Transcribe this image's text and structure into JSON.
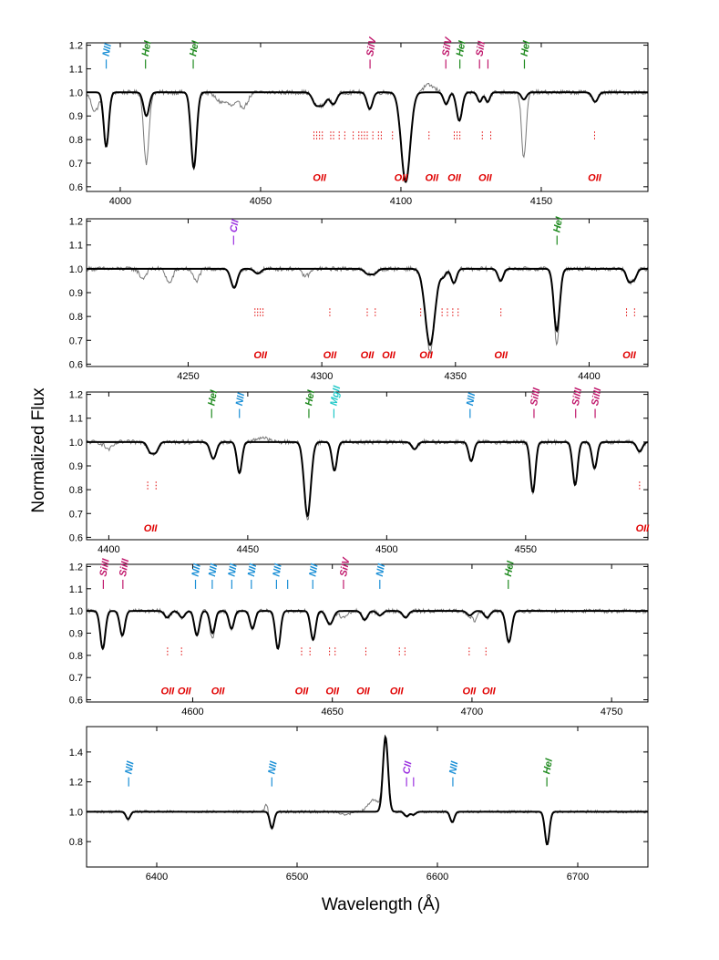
{
  "colors": {
    "NII": "#1a8fd6",
    "HeI": "#1f8a1f",
    "SiIV": "#c0186c",
    "SiII": "#c0186c",
    "SiIII": "#c0186c",
    "CII": "#9b30e0",
    "MgII": "#20c8c8",
    "OII": "#e00000",
    "observed": "#777777",
    "model": "#000000"
  },
  "chart_data": [
    {
      "type": "line",
      "panel": 1,
      "xlim": [
        3988,
        4188
      ],
      "ylim": [
        0.58,
        1.21
      ],
      "x_ticks": [
        4000,
        4050,
        4100,
        4150
      ],
      "y_ticks": [
        0.6,
        0.7,
        0.8,
        0.9,
        1.0,
        1.1,
        1.2
      ],
      "y_tick_labels": [
        "0.6",
        "0.7",
        "0.8",
        "0.9",
        "1.0",
        "1.1",
        "1.2"
      ],
      "lines": [
        {
          "center": 3995.0,
          "depth": 0.23,
          "width": 0.9
        },
        {
          "center": 4009.3,
          "depth": 0.1,
          "width": 1.0
        },
        {
          "center": 4026.2,
          "depth": 0.32,
          "width": 1.0
        },
        {
          "center": 4069.7,
          "depth": 0.05,
          "width": 1.2
        },
        {
          "center": 4072.2,
          "depth": 0.05,
          "width": 1.2
        },
        {
          "center": 4075.9,
          "depth": 0.05,
          "width": 1.2
        },
        {
          "center": 4088.9,
          "depth": 0.07,
          "width": 1.0
        },
        {
          "center": 4101.7,
          "depth": 0.38,
          "width": 1.6
        },
        {
          "center": 4116.1,
          "depth": 0.05,
          "width": 0.9
        },
        {
          "center": 4120.8,
          "depth": 0.12,
          "width": 1.0
        },
        {
          "center": 4128.1,
          "depth": 0.04,
          "width": 0.8
        },
        {
          "center": 4130.9,
          "depth": 0.04,
          "width": 0.8
        },
        {
          "center": 4143.8,
          "depth": 0.03,
          "width": 0.9
        },
        {
          "center": 4169.2,
          "depth": 0.04,
          "width": 1.0
        }
      ],
      "obs_lines": [
        {
          "center": 3991.0,
          "depth": 0.08,
          "width": 1.3
        },
        {
          "center": 4009.3,
          "depth": 0.2,
          "width": 0.9
        },
        {
          "center": 4036.0,
          "depth": 0.04,
          "width": 2.0
        },
        {
          "center": 4040.0,
          "depth": 0.05,
          "width": 1.5
        },
        {
          "center": 4044.0,
          "depth": 0.06,
          "width": 1.5
        },
        {
          "center": 4143.8,
          "depth": 0.25,
          "width": 0.8
        },
        {
          "center": 4110.0,
          "depth": -0.03,
          "width": 2.0
        }
      ],
      "ion_labels": [
        {
          "text": "NII",
          "x": 3995,
          "ion": "NII"
        },
        {
          "text": "HeI",
          "x": 4009,
          "ion": "HeI"
        },
        {
          "text": "HeI",
          "x": 4026,
          "ion": "HeI"
        },
        {
          "text": "SiIV",
          "x": 4089,
          "ion": "SiIV"
        },
        {
          "text": "SiIV",
          "x": 4116,
          "ion": "SiIV"
        },
        {
          "text": "HeI",
          "x": 4121,
          "ion": "HeI"
        },
        {
          "text": "SiII",
          "x": 4128,
          "ion": "SiII",
          "ticks": [
            4128,
            4131
          ]
        },
        {
          "text": "HeI",
          "x": 4144,
          "ion": "HeI"
        }
      ],
      "oii_ticks": [
        4069,
        4070,
        4071,
        4072,
        4075,
        4076,
        4078,
        4080,
        4083,
        4085,
        4086,
        4087,
        4088,
        4090,
        4092,
        4093,
        4097,
        4110,
        4119,
        4120,
        4121,
        4129,
        4132,
        4169
      ],
      "oii_labels": [
        4071,
        4100,
        4111,
        4119,
        4130,
        4169
      ],
      "oii_text": "OII"
    },
    {
      "type": "line",
      "panel": 2,
      "xlim": [
        4212,
        4422
      ],
      "ylim": [
        0.59,
        1.21
      ],
      "x_ticks": [
        4250,
        4300,
        4350,
        4400
      ],
      "y_ticks": [
        0.6,
        0.7,
        0.8,
        0.9,
        1.0,
        1.1,
        1.2
      ],
      "y_tick_labels": [
        "0.6",
        "0.7",
        "0.8",
        "0.9",
        "1.0",
        "1.1",
        "1.2"
      ],
      "lines": [
        {
          "center": 4267.2,
          "depth": 0.08,
          "width": 1.2
        },
        {
          "center": 4276.0,
          "depth": 0.02,
          "width": 1.2
        },
        {
          "center": 4317.1,
          "depth": 0.02,
          "width": 1.2
        },
        {
          "center": 4319.6,
          "depth": 0.02,
          "width": 1.2
        },
        {
          "center": 4340.5,
          "depth": 0.32,
          "width": 1.8
        },
        {
          "center": 4345.5,
          "depth": 0.03,
          "width": 1.0
        },
        {
          "center": 4349.4,
          "depth": 0.06,
          "width": 1.0
        },
        {
          "center": 4366.9,
          "depth": 0.05,
          "width": 1.0
        },
        {
          "center": 4387.9,
          "depth": 0.26,
          "width": 1.1
        },
        {
          "center": 4414.9,
          "depth": 0.05,
          "width": 1.0
        },
        {
          "center": 4416.9,
          "depth": 0.04,
          "width": 1.0
        }
      ],
      "obs_lines": [
        {
          "center": 4233.0,
          "depth": 0.04,
          "width": 1.2
        },
        {
          "center": 4243.0,
          "depth": 0.06,
          "width": 1.2
        },
        {
          "center": 4253.0,
          "depth": 0.05,
          "width": 1.2
        },
        {
          "center": 4294.0,
          "depth": 0.03,
          "width": 1.5
        },
        {
          "center": 4387.9,
          "depth": 0.06,
          "width": 0.7
        },
        {
          "center": 4340.5,
          "depth": 0.03,
          "width": 1.0
        }
      ],
      "ion_labels": [
        {
          "text": "CII",
          "x": 4267,
          "ion": "CII"
        },
        {
          "text": "HeI",
          "x": 4388,
          "ion": "HeI"
        }
      ],
      "oii_ticks": [
        4275,
        4276,
        4277,
        4278,
        4303,
        4317,
        4320,
        4337,
        4345,
        4347,
        4349,
        4351,
        4367,
        4414,
        4417
      ],
      "oii_labels": [
        4277,
        4303,
        4317,
        4325,
        4339,
        4367,
        4415
      ],
      "oii_text": "OII"
    },
    {
      "type": "line",
      "panel": 3,
      "xlim": [
        4392,
        4594
      ],
      "ylim": [
        0.59,
        1.21
      ],
      "x_ticks": [
        4400,
        4450,
        4500,
        4550
      ],
      "y_ticks": [
        0.6,
        0.7,
        0.8,
        0.9,
        1.0,
        1.1,
        1.2
      ],
      "y_tick_labels": [
        "0.6",
        "0.7",
        "0.8",
        "0.9",
        "1.0",
        "1.1",
        "1.2"
      ],
      "lines": [
        {
          "center": 4414.9,
          "depth": 0.04,
          "width": 1.0
        },
        {
          "center": 4416.9,
          "depth": 0.04,
          "width": 1.0
        },
        {
          "center": 4437.6,
          "depth": 0.07,
          "width": 1.1
        },
        {
          "center": 4447.0,
          "depth": 0.13,
          "width": 0.9
        },
        {
          "center": 4471.5,
          "depth": 0.31,
          "width": 1.2
        },
        {
          "center": 4481.2,
          "depth": 0.12,
          "width": 0.9
        },
        {
          "center": 4510.0,
          "depth": 0.03,
          "width": 1.0
        },
        {
          "center": 4530.4,
          "depth": 0.08,
          "width": 0.9
        },
        {
          "center": 4552.6,
          "depth": 0.21,
          "width": 0.9
        },
        {
          "center": 4567.8,
          "depth": 0.18,
          "width": 0.9
        },
        {
          "center": 4574.8,
          "depth": 0.11,
          "width": 0.9
        },
        {
          "center": 4591.0,
          "depth": 0.04,
          "width": 1.0
        }
      ],
      "obs_lines": [
        {
          "center": 4400.0,
          "depth": 0.03,
          "width": 1.5
        },
        {
          "center": 4471.5,
          "depth": 0.02,
          "width": 0.8
        },
        {
          "center": 4455.0,
          "depth": -0.02,
          "width": 2.0
        }
      ],
      "ion_labels": [
        {
          "text": "HeI",
          "x": 4437,
          "ion": "HeI"
        },
        {
          "text": "NII",
          "x": 4447,
          "ion": "NII"
        },
        {
          "text": "HeI",
          "x": 4472,
          "ion": "HeI"
        },
        {
          "text": "MgII",
          "x": 4481,
          "ion": "MgII"
        },
        {
          "text": "NII",
          "x": 4530,
          "ion": "NII"
        },
        {
          "text": "SiIII",
          "x": 4553,
          "ion": "SiIII"
        },
        {
          "text": "SiIII",
          "x": 4568,
          "ion": "SiIII"
        },
        {
          "text": "SiIII",
          "x": 4575,
          "ion": "SiIII"
        }
      ],
      "oii_ticks": [
        4414,
        4417,
        4591
      ],
      "oii_labels": [
        4415,
        4592
      ],
      "oii_text": "OII"
    },
    {
      "type": "line",
      "panel": 4,
      "xlim": [
        4562,
        4763
      ],
      "ylim": [
        0.59,
        1.21
      ],
      "x_ticks": [
        4600,
        4650,
        4700,
        4750
      ],
      "y_ticks": [
        0.6,
        0.7,
        0.8,
        0.9,
        1.0,
        1.1,
        1.2
      ],
      "y_tick_labels": [
        "0.6",
        "0.7",
        "0.8",
        "0.9",
        "1.0",
        "1.1",
        "1.2"
      ],
      "lines": [
        {
          "center": 4567.8,
          "depth": 0.17,
          "width": 0.9
        },
        {
          "center": 4574.8,
          "depth": 0.11,
          "width": 0.9
        },
        {
          "center": 4590.9,
          "depth": 0.03,
          "width": 1.0
        },
        {
          "center": 4596.2,
          "depth": 0.03,
          "width": 1.0
        },
        {
          "center": 4601.5,
          "depth": 0.11,
          "width": 0.9
        },
        {
          "center": 4607.1,
          "depth": 0.1,
          "width": 0.9
        },
        {
          "center": 4613.9,
          "depth": 0.08,
          "width": 0.9
        },
        {
          "center": 4621.4,
          "depth": 0.08,
          "width": 0.9
        },
        {
          "center": 4630.5,
          "depth": 0.17,
          "width": 0.9
        },
        {
          "center": 4643.1,
          "depth": 0.13,
          "width": 0.9
        },
        {
          "center": 4649.1,
          "depth": 0.06,
          "width": 1.2
        },
        {
          "center": 4661.6,
          "depth": 0.04,
          "width": 1.0
        },
        {
          "center": 4667.0,
          "depth": 0.02,
          "width": 1.0
        },
        {
          "center": 4676.2,
          "depth": 0.03,
          "width": 1.0
        },
        {
          "center": 4699.2,
          "depth": 0.02,
          "width": 1.0
        },
        {
          "center": 4705.4,
          "depth": 0.03,
          "width": 1.0
        },
        {
          "center": 4713.2,
          "depth": 0.14,
          "width": 1.0
        }
      ],
      "obs_lines": [
        {
          "center": 4607.1,
          "depth": 0.03,
          "width": 0.7
        },
        {
          "center": 4654.0,
          "depth": 0.03,
          "width": 1.5
        },
        {
          "center": 4701.0,
          "depth": 0.04,
          "width": 0.8
        }
      ],
      "ion_labels": [
        {
          "text": "SiIII",
          "x": 4568,
          "ion": "SiIII"
        },
        {
          "text": "SiIII",
          "x": 4575,
          "ion": "SiIII"
        },
        {
          "text": "NII",
          "x": 4601,
          "ion": "NII"
        },
        {
          "text": "NII",
          "x": 4607,
          "ion": "NII"
        },
        {
          "text": "NII",
          "x": 4614,
          "ion": "NII"
        },
        {
          "text": "NII",
          "x": 4621,
          "ion": "NII",
          "ticks": [
            4621
          ]
        },
        {
          "text": "NII",
          "x": 4630,
          "ion": "NII",
          "ticks": [
            4630,
            4634
          ]
        },
        {
          "text": "NII",
          "x": 4643,
          "ion": "NII"
        },
        {
          "text": "SiIV",
          "x": 4654,
          "ion": "SiIV"
        },
        {
          "text": "NII",
          "x": 4667,
          "ion": "NII"
        },
        {
          "text": "HeI",
          "x": 4713,
          "ion": "HeI"
        }
      ],
      "oii_ticks": [
        4591,
        4596,
        4639,
        4642,
        4649,
        4651,
        4662,
        4674,
        4676,
        4699,
        4705
      ],
      "oii_labels": [
        4591,
        4597,
        4609,
        4639,
        4650,
        4661,
        4673,
        4699,
        4706
      ],
      "oii_text": "OII"
    },
    {
      "type": "line",
      "panel": 5,
      "xlim": [
        6350,
        6750
      ],
      "ylim": [
        0.63,
        1.57
      ],
      "x_ticks": [
        6400,
        6500,
        6600,
        6700
      ],
      "y_ticks": [
        0.8,
        1.0,
        1.2,
        1.4
      ],
      "y_tick_labels": [
        "0.8",
        "1.0",
        "1.2",
        "1.4"
      ],
      "lines": [
        {
          "center": 6379.6,
          "depth": 0.05,
          "width": 1.5
        },
        {
          "center": 6482.1,
          "depth": 0.11,
          "width": 1.5
        },
        {
          "center": 6563.0,
          "depth": -0.5,
          "width": 1.8
        },
        {
          "center": 6578.1,
          "depth": 0.03,
          "width": 1.6
        },
        {
          "center": 6582.9,
          "depth": 0.02,
          "width": 1.6
        },
        {
          "center": 6610.6,
          "depth": 0.07,
          "width": 1.5
        },
        {
          "center": 6678.2,
          "depth": 0.22,
          "width": 1.6
        }
      ],
      "obs_lines": [
        {
          "center": 6555.0,
          "depth": -0.08,
          "width": 4.0
        },
        {
          "center": 6535.0,
          "depth": 0.02,
          "width": 3.0
        },
        {
          "center": 6478.0,
          "depth": -0.06,
          "width": 1.0
        }
      ],
      "ion_labels": [
        {
          "text": "NII",
          "x": 6380,
          "ion": "NII"
        },
        {
          "text": "NII",
          "x": 6482,
          "ion": "NII"
        },
        {
          "text": "CII",
          "x": 6578,
          "ion": "CII",
          "ticks": [
            6578,
            6583
          ]
        },
        {
          "text": "NII",
          "x": 6611,
          "ion": "NII"
        },
        {
          "text": "HeI",
          "x": 6678,
          "ion": "HeI"
        }
      ],
      "oii_ticks": [],
      "oii_labels": [],
      "oii_text": "OII"
    }
  ],
  "axis": {
    "ylabel": "Normalized Flux",
    "xlabel": "Wavelength (Å)"
  }
}
